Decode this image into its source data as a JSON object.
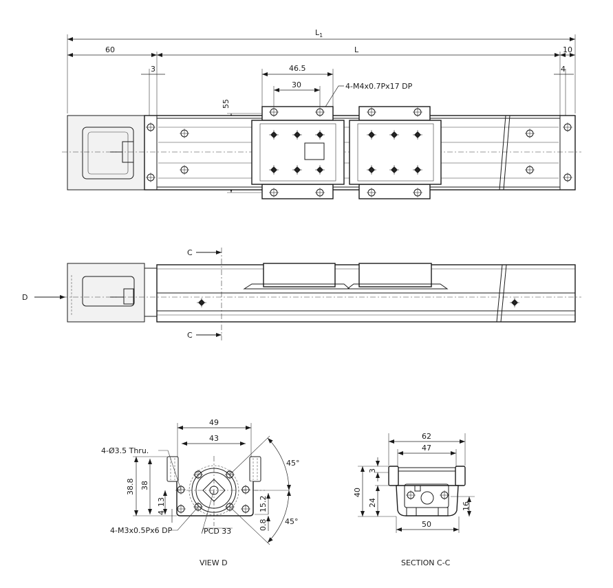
{
  "top_view": {
    "dims": {
      "L1": "L",
      "L1_sub": "1",
      "d60": "60",
      "L": "L",
      "d10": "10",
      "d3": "3",
      "d4": "4",
      "d46_5": "46.5",
      "d30": "30",
      "d55": "55"
    },
    "callout_thread": "4-M4x0.7Px17 DP"
  },
  "side_view": {
    "section_mark_top": "C",
    "section_mark_bottom": "C",
    "view_mark": "D"
  },
  "view_d": {
    "title": "VIEW D",
    "dims": {
      "d49": "49",
      "d43": "43",
      "d38_8": "38.8",
      "d38": "38",
      "d13": "13",
      "d4": "4",
      "d15_2": "15.2",
      "d0_8": "0.8",
      "ang1": "45°",
      "ang2": "45°"
    },
    "callout_holes": "4-Ø3.5 Thru.",
    "callout_thread": "4-M3x0.5Px6 DP",
    "callout_pcd": "PCD 33"
  },
  "section_cc": {
    "title": "SECTION C-C",
    "dims": {
      "d62": "62",
      "d47": "47",
      "d3": "3",
      "d40": "40",
      "d24": "24",
      "d16": "16",
      "d50": "50"
    }
  }
}
